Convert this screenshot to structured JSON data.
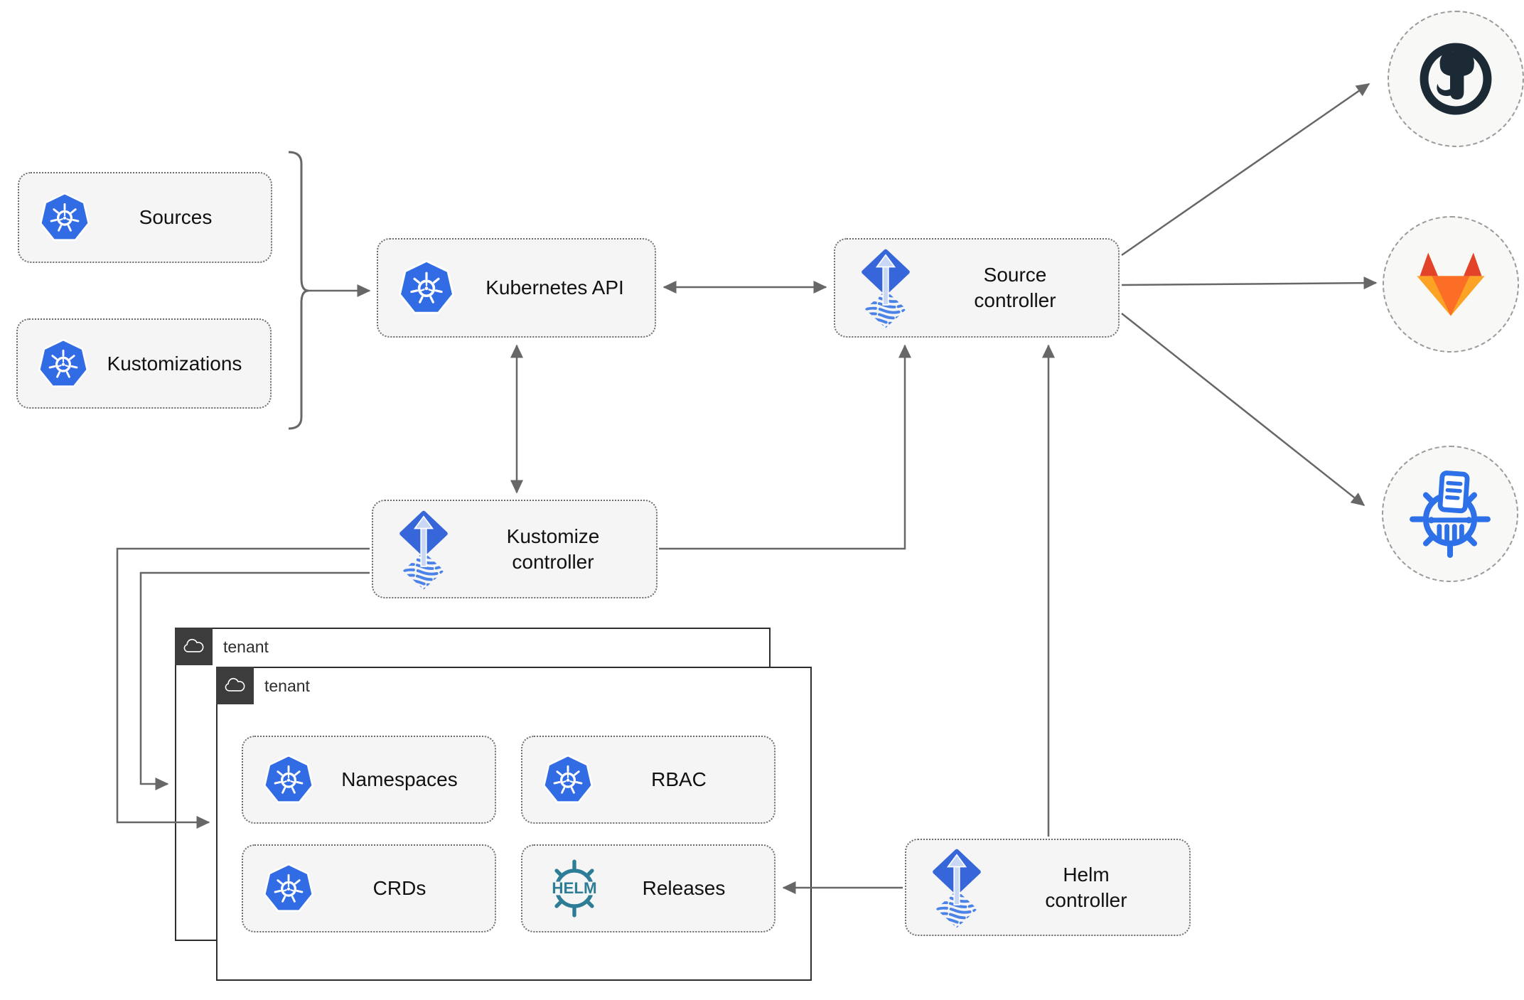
{
  "diagram": {
    "nodes": {
      "sources": {
        "label": "Sources",
        "icon": "kubernetes"
      },
      "kustomizations": {
        "label": "Kustomizations",
        "icon": "kubernetes"
      },
      "kubernetes_api": {
        "label": "Kubernetes API",
        "icon": "kubernetes"
      },
      "source_controller": {
        "label": "Source\ncontroller",
        "icon": "flux"
      },
      "kustomize_controller": {
        "label": "Kustomize\ncontroller",
        "icon": "flux"
      },
      "helm_controller": {
        "label": "Helm\ncontroller",
        "icon": "flux"
      },
      "namespaces": {
        "label": "Namespaces",
        "icon": "kubernetes"
      },
      "rbac": {
        "label": "RBAC",
        "icon": "kubernetes"
      },
      "crds": {
        "label": "CRDs",
        "icon": "kubernetes"
      },
      "releases": {
        "label": "Releases",
        "icon": "helm"
      }
    },
    "groups": {
      "outer": {
        "label": "tenant",
        "icon": "cloud"
      },
      "inner": {
        "label": "tenant",
        "icon": "cloud"
      }
    },
    "endpoints": {
      "github": {
        "icon": "github"
      },
      "gitlab": {
        "icon": "gitlab"
      },
      "chart_repository": {
        "icon": "chart-repository"
      }
    },
    "edges": [
      {
        "from": "sources+kustomizations",
        "to": "kubernetes-api",
        "type": "arrow"
      },
      {
        "from": "kubernetes-api",
        "to": "source-controller",
        "type": "double-arrow"
      },
      {
        "from": "kubernetes-api",
        "to": "kustomize-controller",
        "type": "double-arrow"
      },
      {
        "from": "kustomize-controller",
        "to": "source-controller",
        "type": "arrow"
      },
      {
        "from": "kustomize-controller",
        "to": "tenant-outer",
        "type": "arrow"
      },
      {
        "from": "kustomize-controller",
        "to": "tenant-inner",
        "type": "arrow"
      },
      {
        "from": "helm-controller",
        "to": "source-controller",
        "type": "arrow"
      },
      {
        "from": "helm-controller",
        "to": "releases",
        "type": "arrow"
      },
      {
        "from": "source-controller",
        "to": "github",
        "type": "arrow"
      },
      {
        "from": "source-controller",
        "to": "gitlab",
        "type": "arrow"
      },
      {
        "from": "source-controller",
        "to": "chart-repository",
        "type": "arrow"
      }
    ],
    "colors": {
      "line": "#676767",
      "box_fill": "#f5f5f5",
      "box_border": "#6e6e6e",
      "tenant_border": "#2e2e2e",
      "tenant_badge": "#3c3c3c",
      "kubernetes_blue": "#326ce5",
      "flux_blue": "#3666d9",
      "helm_teal": "#2e7d96",
      "github_dark": "#1b2a35",
      "gitlab_dark_orange": "#e24329",
      "gitlab_orange": "#fc6d26",
      "gitlab_amber": "#fca326",
      "chart_repo_blue": "#2e70e8"
    }
  }
}
